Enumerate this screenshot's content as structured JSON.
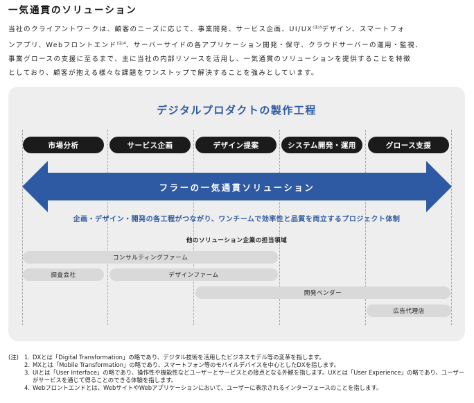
{
  "heading": "一気通貫のソリューション",
  "intro": {
    "line1a": "当社のクライアントワークは、顧客のニーズに応じて、事業開発、サービス企画、UI/UX",
    "sup1": "(注)3",
    "line1b": "デザイン、スマートフォ",
    "line2a": "ンアプリ、Webフロントエンド",
    "sup2": "(注)4",
    "line2b": "、サーバーサイドの各アプリケーション開発・保守、クラウドサーバーの運用・監視、",
    "line3": "事業グロースの支援に至るまで、主に当社の内部リソースを活用し、一気通貫のソリューションを提供することを特徴",
    "line4": "としており、顧客が抱える様々な課題をワンストップで解決することを強みとしています。"
  },
  "diagram": {
    "title": "デジタルプロダクトの製作工程",
    "phases": [
      "市場分析",
      "サービス企画",
      "デザイン提案",
      "システム開発・運用",
      "グロース支援"
    ],
    "arrow_label": "フラーの一気通貫ソリューション",
    "caption": "企画・デザイン・開発の各工程がつながり、ワンチームで効率性と品質を両立するプロジェクト体制",
    "others_caption": "他のソリューション企業の担当領域",
    "bars": {
      "consulting": "コンサルティングファーム",
      "research": "調査会社",
      "design": "デザインファーム",
      "vendor": "開発ベンダー",
      "ad": "広告代理店"
    },
    "colors": {
      "accent": "#2d5aa3",
      "phase_bg": "#1b1b1b",
      "bar_bg": "#d9d9d9",
      "panel_bg": "#eeeeee"
    }
  },
  "notes": {
    "lead": "(注)",
    "items": [
      {
        "num": "1.",
        "text": "DXとは「Digital Transformation」の略であり、デジタル技術を活用したビジネスモデル等の変革を指します。"
      },
      {
        "num": "2.",
        "text": "MXとは「Mobile Transformation」の略であり、スマートフォン等のモバイルデバイスを中心としたDXを指します。"
      },
      {
        "num": "3.",
        "text": "UIとは「User Interface」の略であり、操作性や機能性などユーザーとサービスとの接点となる外観を指します。UXとは「User Experience」の略であり、ユーザーがサービスを通じて得ることのできる体験を指します。"
      },
      {
        "num": "4.",
        "text": "Webフロントエンドとは、WebサイトやWebアプリケーションにおいて、ユーザーに表示されるインターフェースのことを指します。"
      }
    ]
  }
}
